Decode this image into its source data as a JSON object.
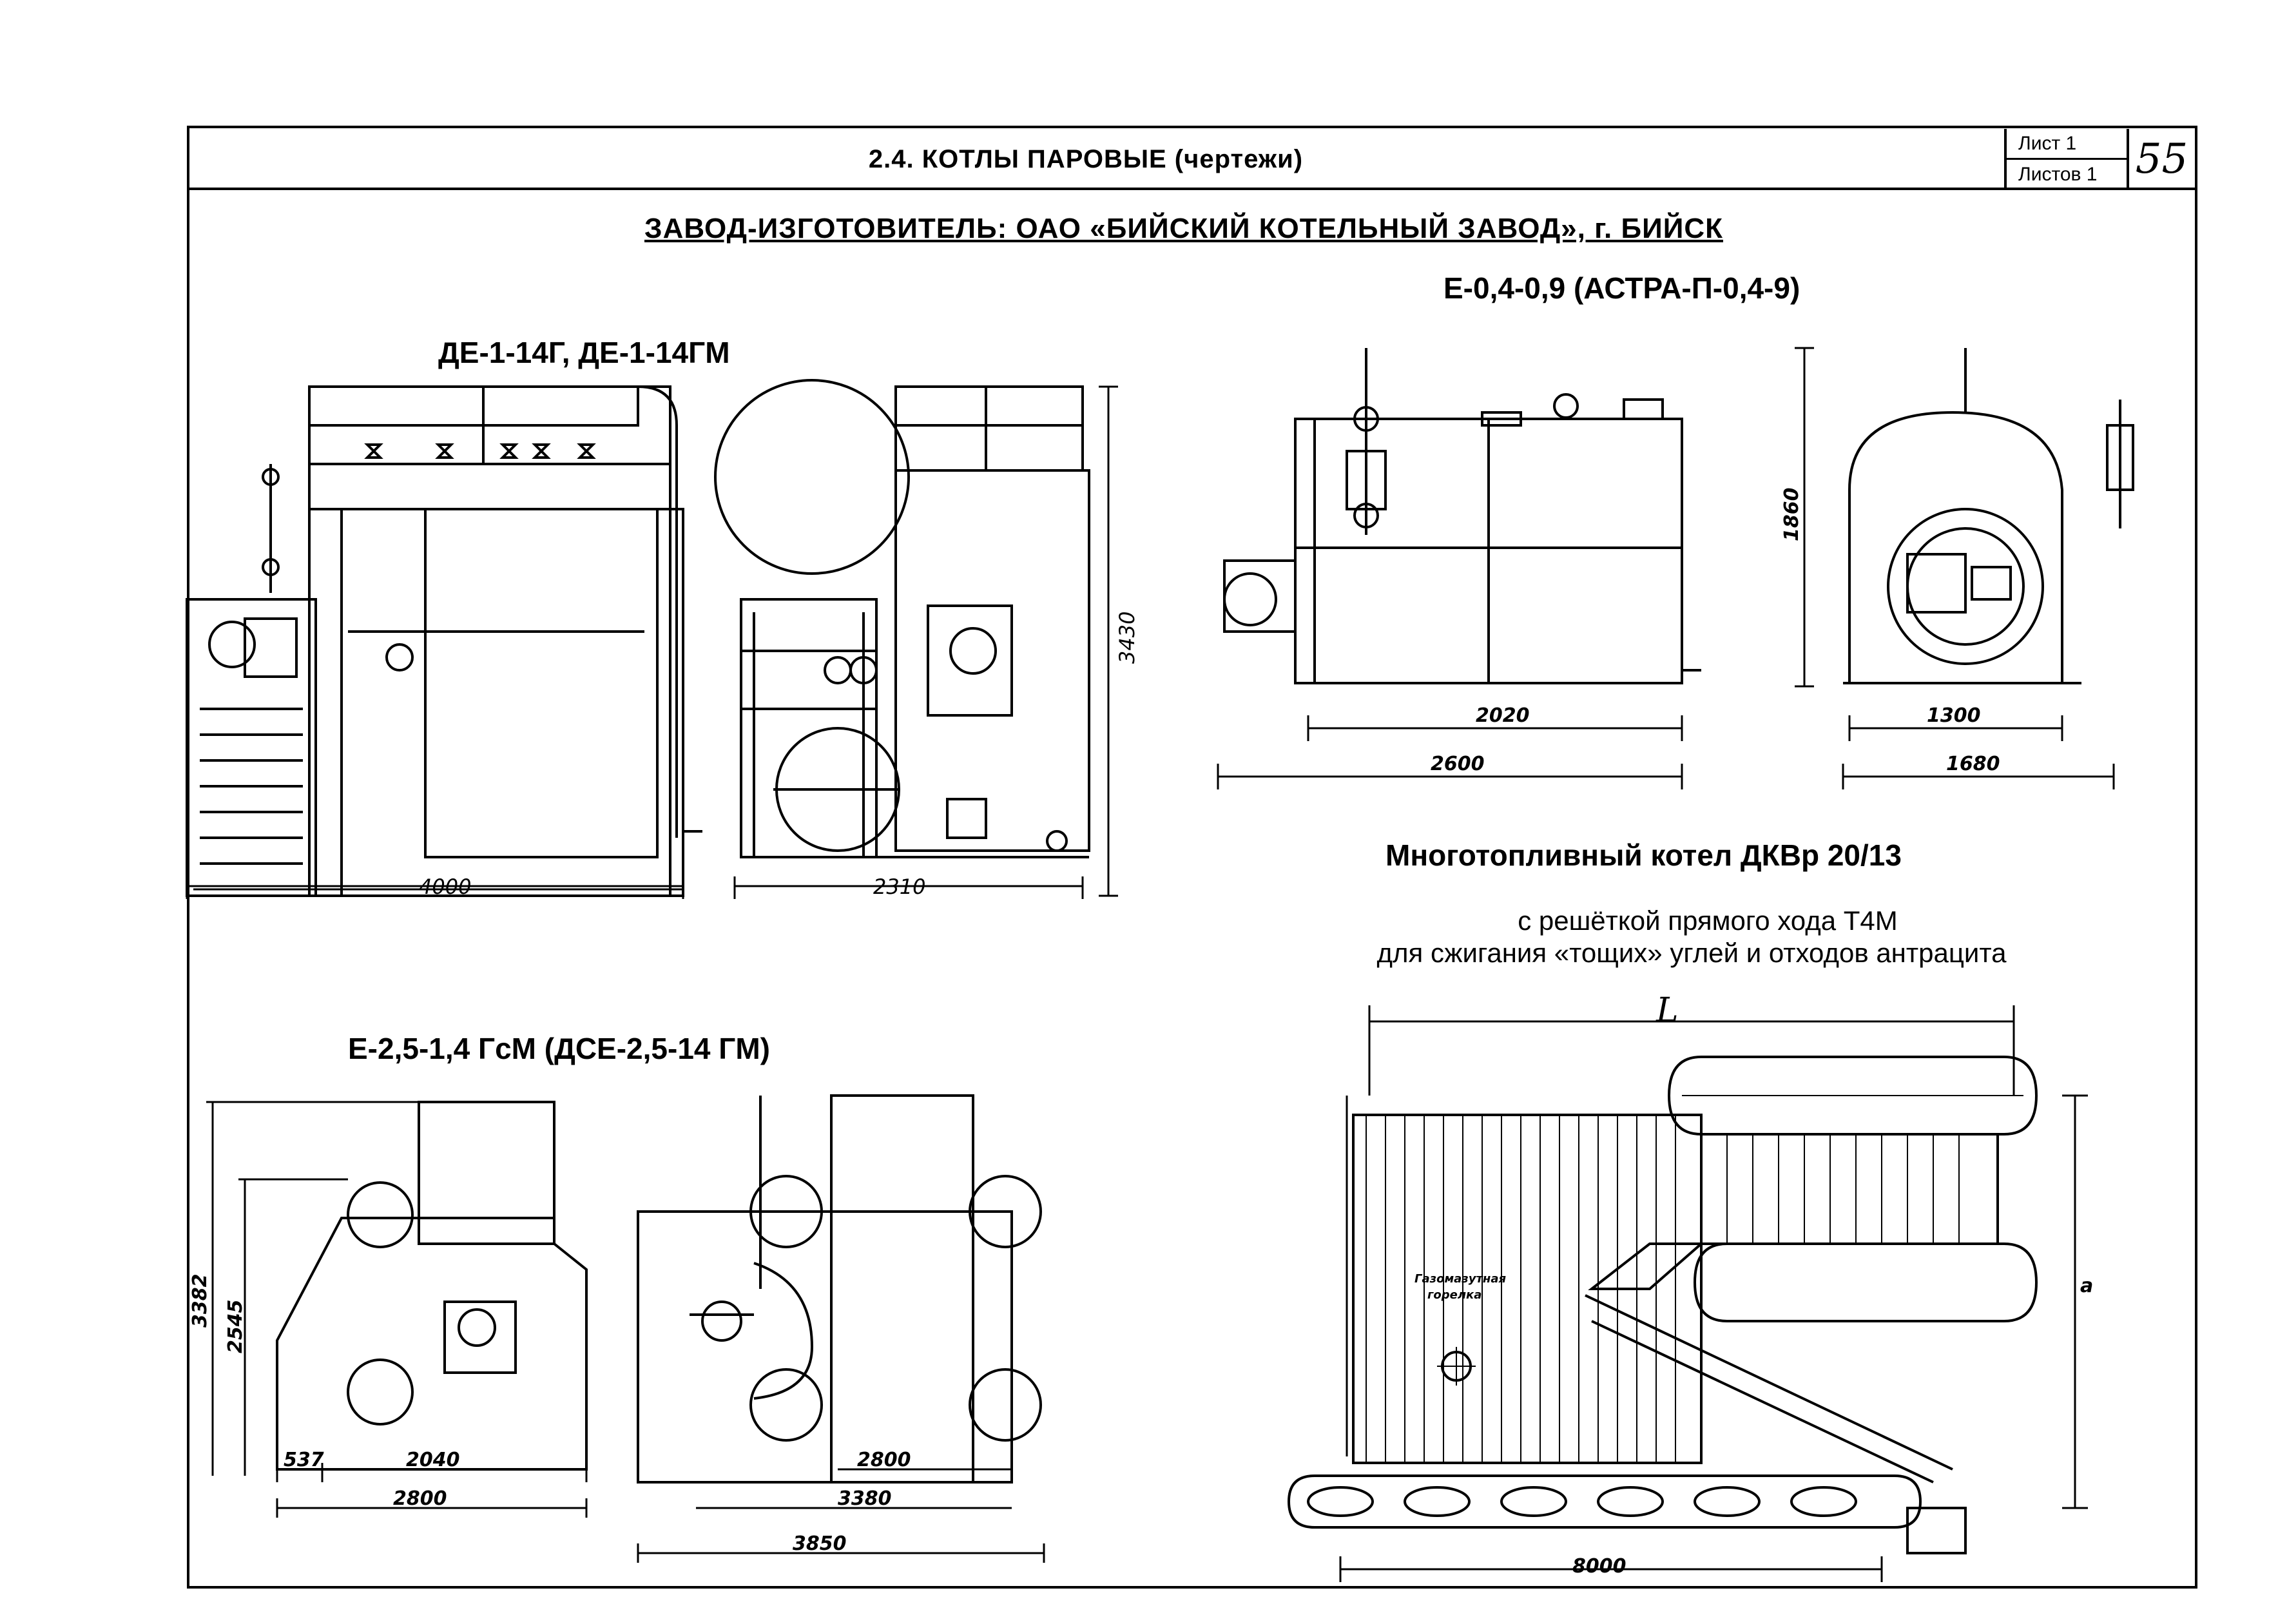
{
  "header": {
    "title": "2.4.   КОТЛЫ ПАРОВЫЕ (чертежи)",
    "sheet": "Лист 1",
    "sheets_total": "Листов 1",
    "page_number": "55"
  },
  "manufacturer": "ЗАВОД-ИЗГОТОВИТЕЛЬ: ОАО «БИЙСКИЙ КОТЕЛЬНЫЙ ЗАВОД», г. БИЙСК",
  "boilers": {
    "de": {
      "title": "ДЕ-1-14Г, ДЕ-1-14ГМ",
      "dim_length": "4000",
      "dim_width": "2310",
      "dim_height": "3430"
    },
    "e04": {
      "title": "Е-0,4-0,9 (АСТРА-П-0,4-9)",
      "dim_inner_length": "2020",
      "dim_length": "2600",
      "dim_height": "1860",
      "dim_inner_width": "1300",
      "dim_width": "1680"
    },
    "dkvr": {
      "title": "Многотопливный котел ДКВр 20/13",
      "subtitle_1": "с решёткой прямого хода Т4М",
      "subtitle_2": "для сжигания «тощих» углей и  отходов антрацита",
      "dim_L": "L",
      "dim_bottom": "8000",
      "dim_height": "a",
      "burner_label_1": "Газомазутная",
      "burner_label_2": "горелка"
    },
    "e25": {
      "title": "Е-2,5-1,4 ГсМ (ДСЕ-2,5-14 ГМ)",
      "dim_h1": "3382",
      "dim_h2": "2545",
      "dim_a": "537",
      "dim_b": "2040",
      "dim_c": "2800",
      "dim_d": "2800",
      "dim_e": "3380",
      "dim_f": "3850"
    }
  }
}
